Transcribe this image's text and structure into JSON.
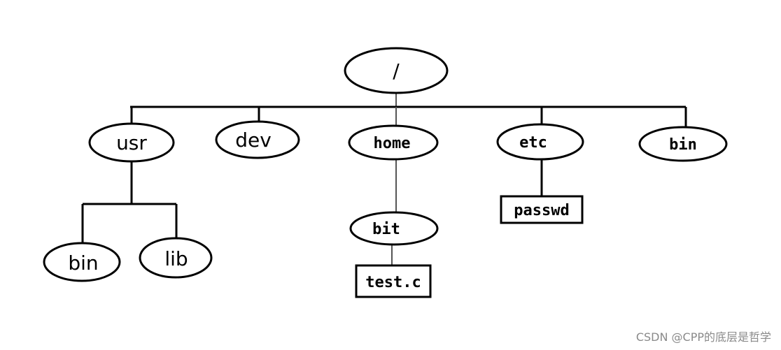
{
  "diagram": {
    "nodes": {
      "root": "/",
      "usr": "usr",
      "dev": "dev",
      "home": "home",
      "etc": "etc",
      "bin_top": "bin",
      "usr_bin": "bin",
      "usr_lib": "lib",
      "home_bit": "bit",
      "etc_passwd": "passwd",
      "bit_test": "test.c"
    }
  },
  "watermark": "CSDN @CPP的底层是哲学"
}
